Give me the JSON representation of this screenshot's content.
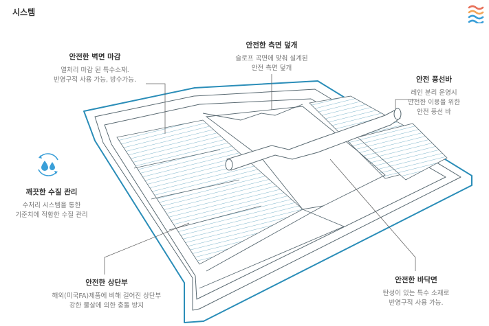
{
  "header": {
    "title": "시스템"
  },
  "logo": {
    "icon": "wave-logo-icon",
    "colors": [
      "#e8715a",
      "#f2a65a",
      "#3a9fd8"
    ]
  },
  "accent": "#2a8db8",
  "callouts": {
    "wall": {
      "title": "안전한 벽면 마감",
      "lines": [
        "열처리 마감 된 특수소재.",
        "반영구적 사용 가능, 방수가능."
      ]
    },
    "side_cover": {
      "title": "안전한 측면 덮개",
      "lines": [
        "슬로프 곡면에 맞춰 설계된",
        "안전 측면 덮개"
      ]
    },
    "bar": {
      "title": "안전 풍선바",
      "lines": [
        "레인 분리 운영시",
        "안전한 이용을 위한",
        "안전 풍선 바"
      ]
    },
    "water": {
      "title": "깨끗한 수질 관리",
      "icon": "water-drops-icon",
      "lines": [
        "수처리 시스템을 통한",
        "기준치에 적합한 수질 관리"
      ]
    },
    "steps": {
      "title": "안전한 상단부",
      "lines": [
        "해외(미국FA)제품에 비해 길어진 상단부",
        "강한 물살에 의한 충돌 방지"
      ]
    },
    "floor": {
      "title": "안전한 바닥면",
      "lines": [
        "탄성이 있는 특수 소재로",
        "반영구적 사용 가능."
      ]
    }
  }
}
